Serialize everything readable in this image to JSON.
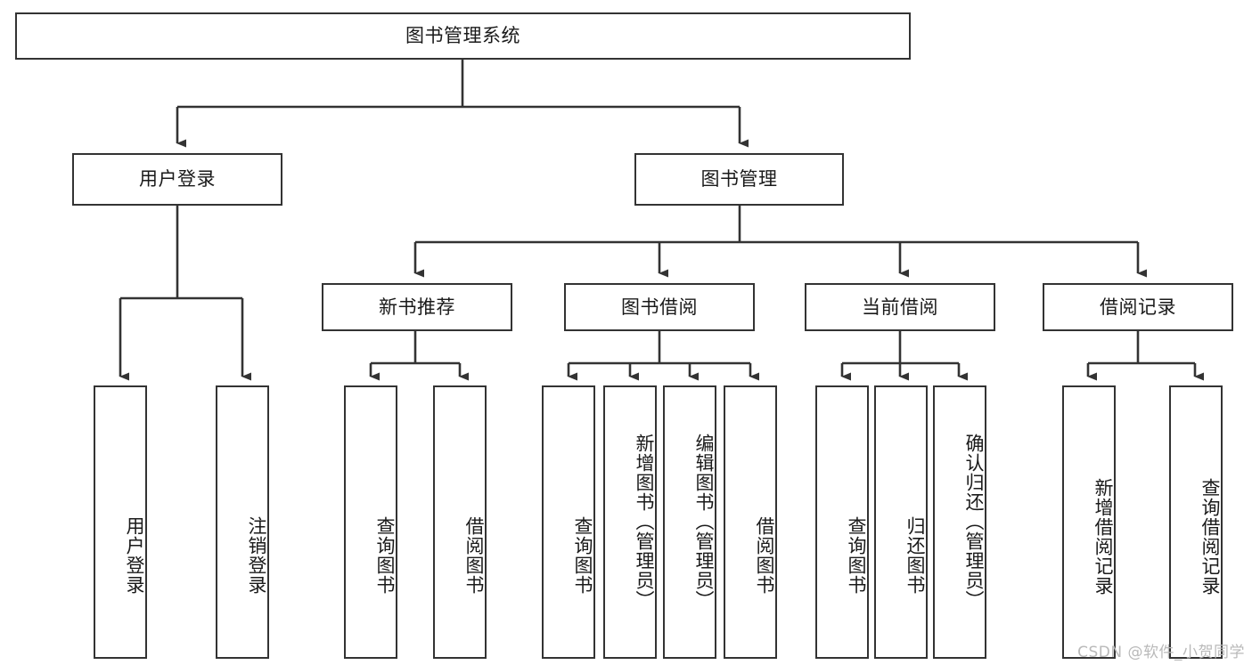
{
  "diagram": {
    "title": "图书管理系统",
    "type": "tree-hierarchy",
    "orientation": "top-down",
    "colors": {
      "stroke": "#333333",
      "fill": "#ffffff",
      "text": "#1a1a1a",
      "watermark": "#b9b9b9"
    }
  },
  "root": {
    "label": "图书管理系统"
  },
  "level1": [
    {
      "label": "用户登录"
    },
    {
      "label": "图书管理"
    }
  ],
  "level2": [
    {
      "label": "新书推荐"
    },
    {
      "label": "图书借阅"
    },
    {
      "label": "当前借阅"
    },
    {
      "label": "借阅记录"
    }
  ],
  "leaves": {
    "user_login": [
      {
        "label": "用户登录"
      },
      {
        "label": "注销登录"
      }
    ],
    "new_book_recommend": [
      {
        "label": "查询图书"
      },
      {
        "label": "借阅图书"
      }
    ],
    "book_borrow": [
      {
        "label": "查询图书"
      },
      {
        "label": "新增图书（管理员）"
      },
      {
        "label": "编辑图书（管理员）"
      },
      {
        "label": "借阅图书"
      }
    ],
    "current_borrow": [
      {
        "label": "查询图书"
      },
      {
        "label": "归还图书"
      },
      {
        "label": "确认归还（管理员）"
      }
    ],
    "borrow_record": [
      {
        "label": "新增借阅记录"
      },
      {
        "label": "查询借阅记录"
      }
    ]
  },
  "watermark": {
    "text": "CSDN @软件_小贺同学"
  }
}
